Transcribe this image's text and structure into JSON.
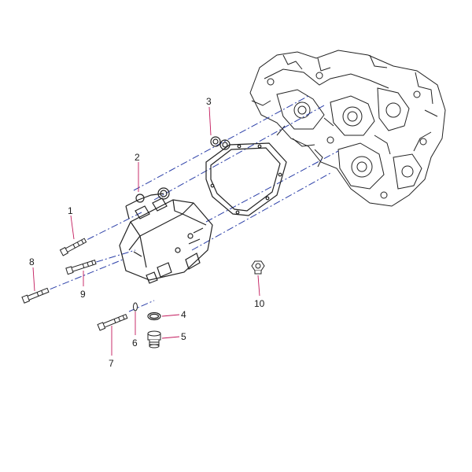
{
  "callouts": {
    "c1": "1",
    "c2": "2",
    "c3": "3",
    "c4": "4",
    "c5": "5",
    "c6": "6",
    "c7": "7",
    "c8": "8",
    "c9": "9",
    "c10": "10"
  },
  "colors": {
    "ink": "#222222",
    "leader": "#c2185b",
    "centerline": "#2b3fa8",
    "background": "#ffffff"
  }
}
